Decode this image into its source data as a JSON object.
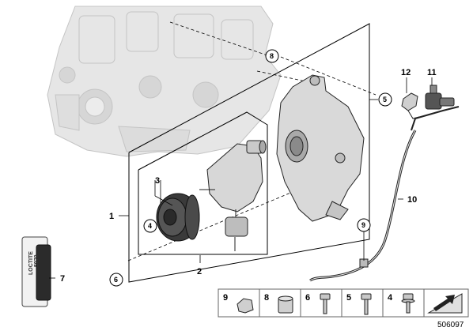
{
  "diagram": {
    "callouts": {
      "p1": "1",
      "p2": "2",
      "p3": "3",
      "p4_inset": "4",
      "p5": "5",
      "p6": "6",
      "p7": "7",
      "p8": "8",
      "p9": "9",
      "p10": "10",
      "p11": "11",
      "p12": "12"
    },
    "sealant_tube_text": [
      "LOCTITE",
      "5970"
    ],
    "parts_strip": [
      "9",
      "8",
      "6",
      "5",
      "4"
    ],
    "document_number": "506097",
    "colors": {
      "engine_block": "#e6e6e6",
      "engine_block_edge": "#c4c4c4",
      "part_fill": "#d9d9d9",
      "part_edge": "#222222",
      "pulley": "#3a3a3a",
      "strip_border": "#666666"
    }
  }
}
